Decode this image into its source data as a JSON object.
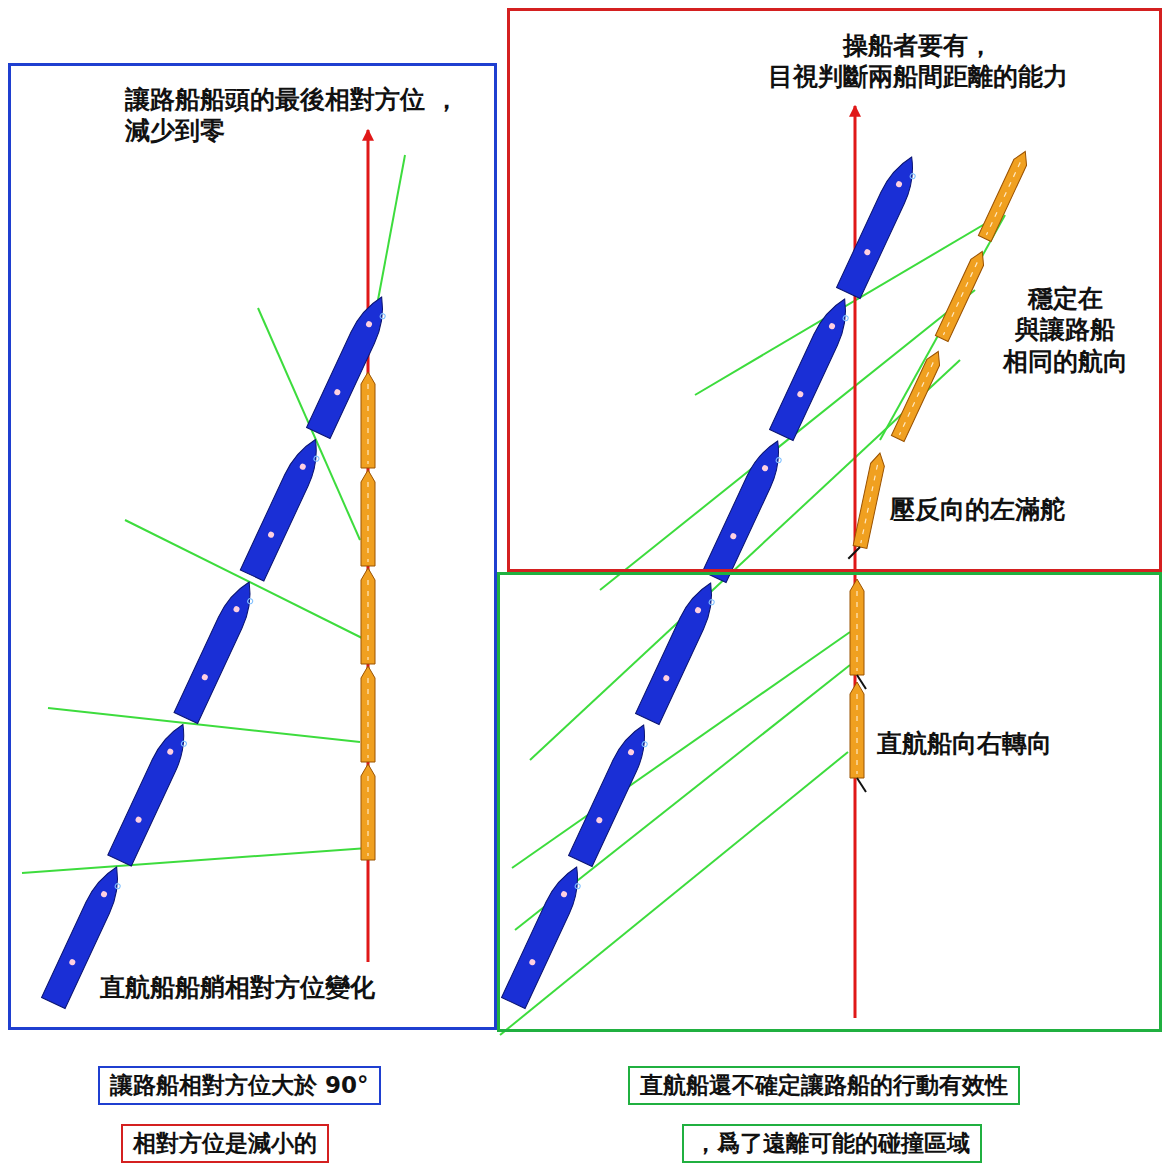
{
  "diagram": {
    "nodes": [
      {
        "text": [
          "讓路船船頭的最後相對方位 ，減少到零",
          "直航船船艄相對方位變化"
        ]
      },
      {
        "text": [
          "操船者要有， 目視判斷兩船間距離的能力",
          "穩定在 與讓路船 相同的航向",
          "壓反向的左滿舵"
        ]
      },
      {
        "text": [
          "直航船向右轉向"
        ]
      },
      {
        "text": [
          "讓路船相對方位大於 90°"
        ]
      },
      {
        "text": [
          "相對方位是減小的"
        ]
      },
      {
        "text": [
          "直航船還不確定讓路船的行動有效性"
        ]
      },
      {
        "text": [
          "，爲了遠離可能的碰撞區域"
        ]
      }
    ]
  }
}
